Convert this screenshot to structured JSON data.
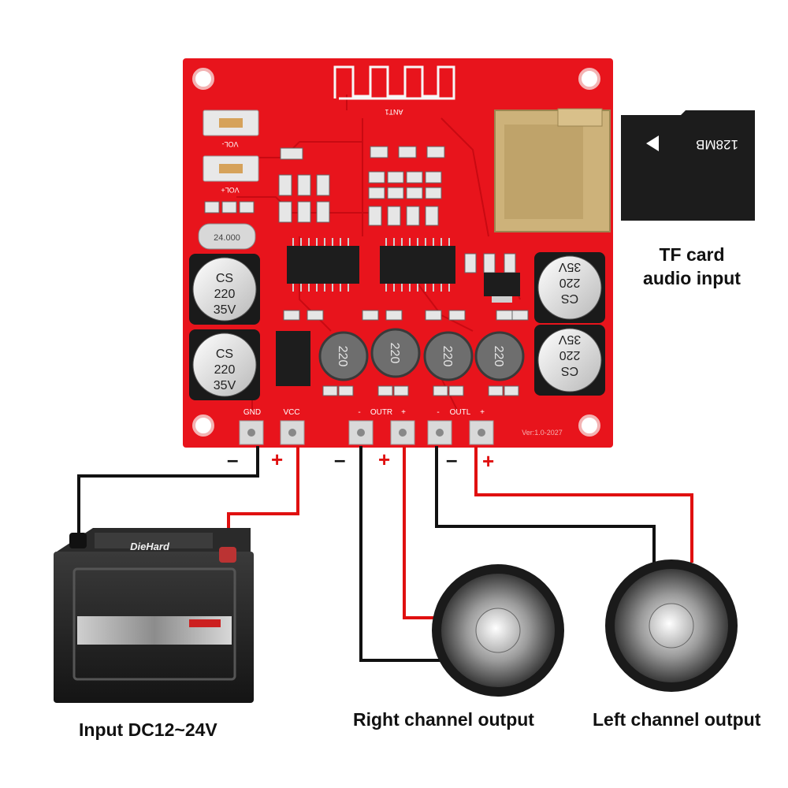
{
  "board": {
    "antenna_label": "ANT1",
    "button_vol_minus": "VOL-",
    "button_vol_plus": "VOL+",
    "crystal_label": "24.000",
    "capacitor_lines": [
      "CS",
      "220",
      "35V"
    ],
    "inductor_label": "220",
    "pin_gnd": "GND",
    "pin_vcc": "VCC",
    "pin_outr": "OUTR",
    "pin_outl": "OUTL",
    "pin_minus": "-",
    "pin_plus": "+",
    "version": "Ver:1.0-2027"
  },
  "tf_card": {
    "capacity": "128MB",
    "caption_line1": "TF card",
    "caption_line2": "audio input"
  },
  "battery": {
    "brand": "DieHard"
  },
  "polarity": {
    "minus": "–",
    "plus": "+"
  },
  "captions": {
    "input": "Input DC12~24V",
    "right_output": "Right channel output",
    "left_output": "Left channel output"
  },
  "colors": {
    "pcb": "#e8141c",
    "wire_negative": "#111111",
    "wire_positive": "#e01010",
    "pad": "#d9d9d9",
    "sd_slot": "#cdb27a"
  }
}
